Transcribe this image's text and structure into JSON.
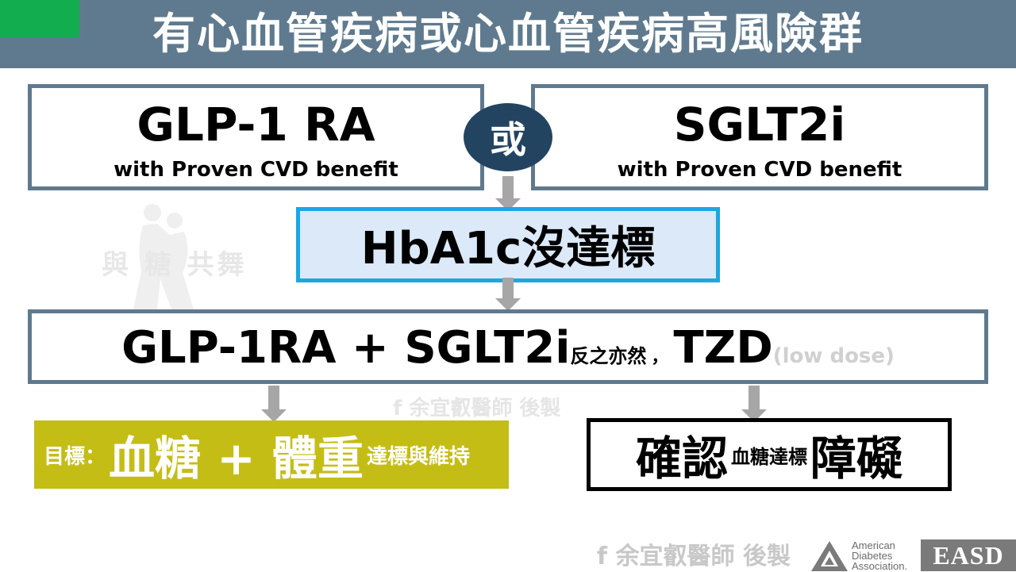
{
  "header": {
    "title": "有心血管疾病或心血管疾病高風險群"
  },
  "options": {
    "glp": {
      "name": "GLP-1 RA",
      "subtitle": "with Proven CVD benefit"
    },
    "or_label": "或",
    "sglt": {
      "name": "SGLT2i",
      "subtitle": "with Proven CVD benefit"
    }
  },
  "step2": {
    "label": "HbA1c沒達標"
  },
  "step3": {
    "main": "GLP-1RA + SGLT2i",
    "small": "反之亦然",
    "comma": "，",
    "tzd": "TZD",
    "dose": "(low dose)"
  },
  "goal": {
    "prefix": "目標：",
    "main": "血糖 + 體重",
    "suffix": "達標與維持"
  },
  "barrier": {
    "part1": "確認",
    "part2": "血糖達標",
    "part3": "障礙"
  },
  "watermarks": {
    "left": "與 糖 共舞",
    "center": "f 余宜叡醫師 後製",
    "bottom": "f 余宜叡醫師 後製"
  },
  "logos": {
    "ada_lines": [
      "American",
      "Diabetes",
      "Association."
    ],
    "easd": "EASD"
  },
  "colors": {
    "header_bg": "#5f7a8e",
    "header_accent": "#12ad4f",
    "or_circle": "#234461",
    "hba_border": "#1ca7e0",
    "hba_bg": "#dbe9f8",
    "goal_bg": "#c4bd16",
    "arrow": "#a6a6a6"
  }
}
